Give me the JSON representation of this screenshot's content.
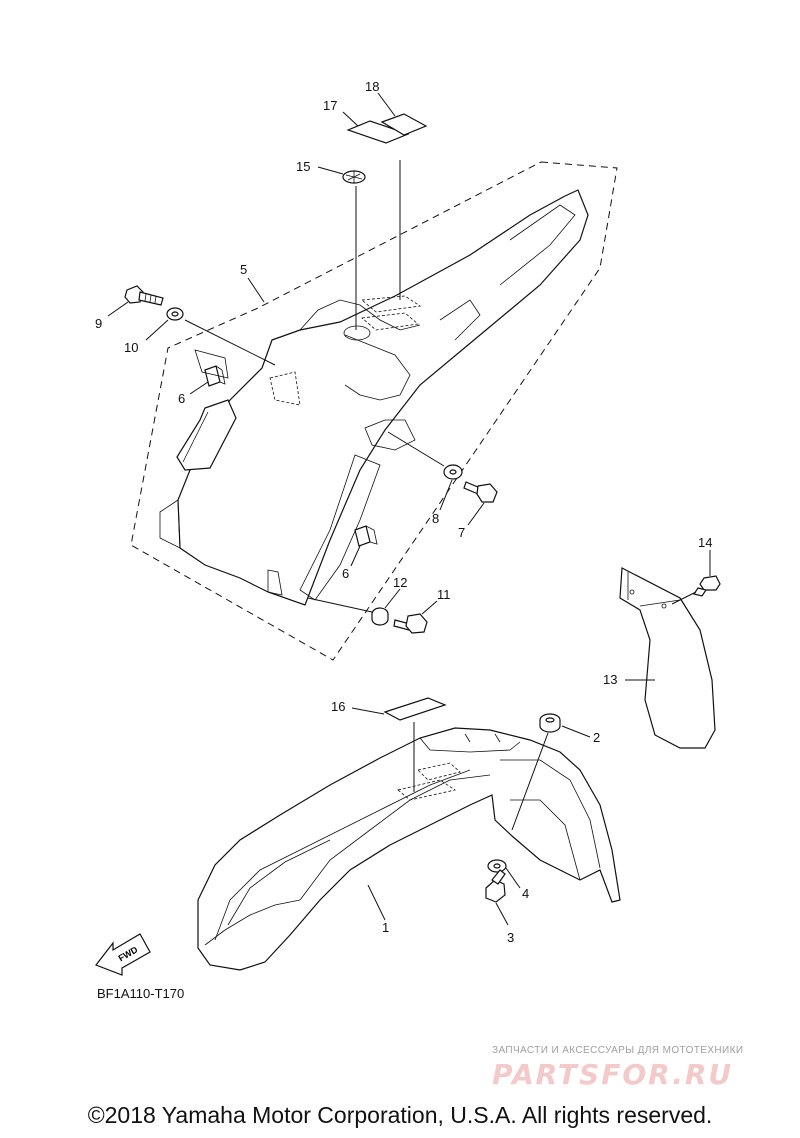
{
  "callouts": {
    "c1": "1",
    "c2": "2",
    "c3": "3",
    "c4": "4",
    "c5": "5",
    "c6a": "6",
    "c6b": "6",
    "c7": "7",
    "c8": "8",
    "c9": "9",
    "c10": "10",
    "c11": "11",
    "c12": "12",
    "c13": "13",
    "c14": "14",
    "c15": "15",
    "c16": "16",
    "c17": "17",
    "c18": "18"
  },
  "fwd_label": "FWD",
  "figure_code": "BF1A110-T170",
  "watermark": {
    "tagline": "ЗАПЧАСТИ И АКСЕССУАРЫ ДЛЯ МОТОТЕХНИКИ",
    "logo": "PARTSFOR.RU"
  },
  "copyright": "©2018 Yamaha Motor Corporation, U.S.A. All rights reserved."
}
